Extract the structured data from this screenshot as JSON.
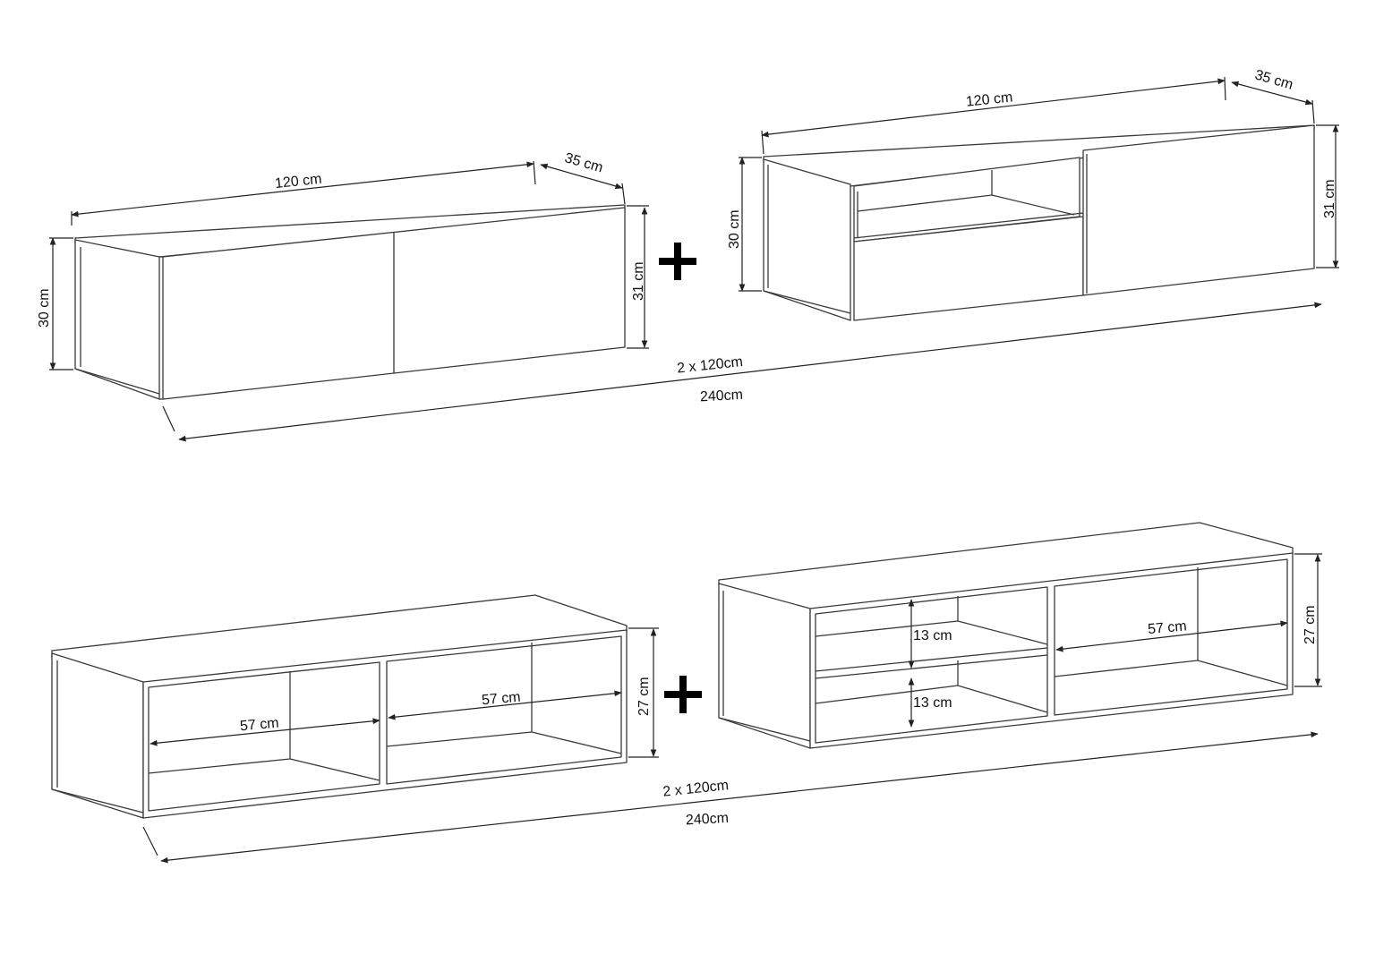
{
  "colors": {
    "line": "#3a3a3a",
    "background": "#ffffff",
    "plus": "#000000"
  },
  "top_set": {
    "left_cabinet": {
      "width": "120 cm",
      "depth": "35 cm",
      "height_body": "30 cm",
      "height_front": "31 cm"
    },
    "right_cabinet": {
      "width": "120 cm",
      "depth": "35 cm",
      "height_body": "30 cm",
      "height_front": "31 cm"
    },
    "combined": {
      "pair": "2 x 120cm",
      "total": "240cm"
    }
  },
  "bottom_set": {
    "left_cabinet": {
      "compartment_left": "57 cm",
      "compartment_right": "57 cm",
      "inner_height": "27 cm"
    },
    "right_cabinet": {
      "shelf_upper": "13 cm",
      "shelf_lower": "13 cm",
      "compartment_right": "57 cm",
      "inner_height": "27 cm"
    },
    "combined": {
      "pair": "2 x 120cm",
      "total": "240cm"
    }
  },
  "icons": {
    "plus_top": "plus-icon",
    "plus_bottom": "plus-icon"
  }
}
